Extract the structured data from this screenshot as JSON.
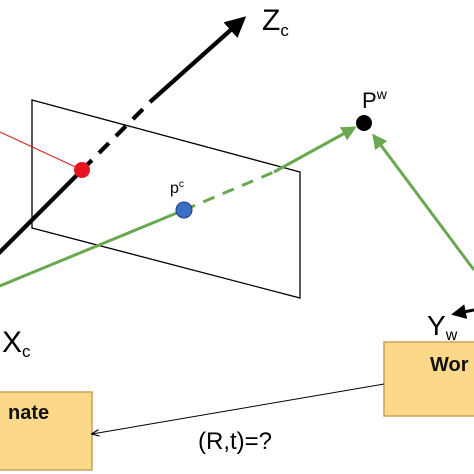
{
  "labels": {
    "zc_main": "Z",
    "zc_sub": "c",
    "xc_main": "X",
    "xc_sub": "c",
    "yw_main": "Y",
    "yw_sub": "w",
    "pw_main": "P",
    "pw_sup": "w",
    "pc_main": "p",
    "pc_sup": "c",
    "transform": "(R,t)=?"
  },
  "boxes": {
    "world_box_text": "Wor",
    "camera_box_text": "nate"
  },
  "colors": {
    "axis": "#000000",
    "ray_green": "#6aa84f",
    "ray_red": "#d62728",
    "point_red": "#e8141b",
    "point_blue": "#3b6fc4",
    "point_black": "#000000",
    "box_fill": "#fcd98a",
    "box_border": "#c9a25a"
  }
}
